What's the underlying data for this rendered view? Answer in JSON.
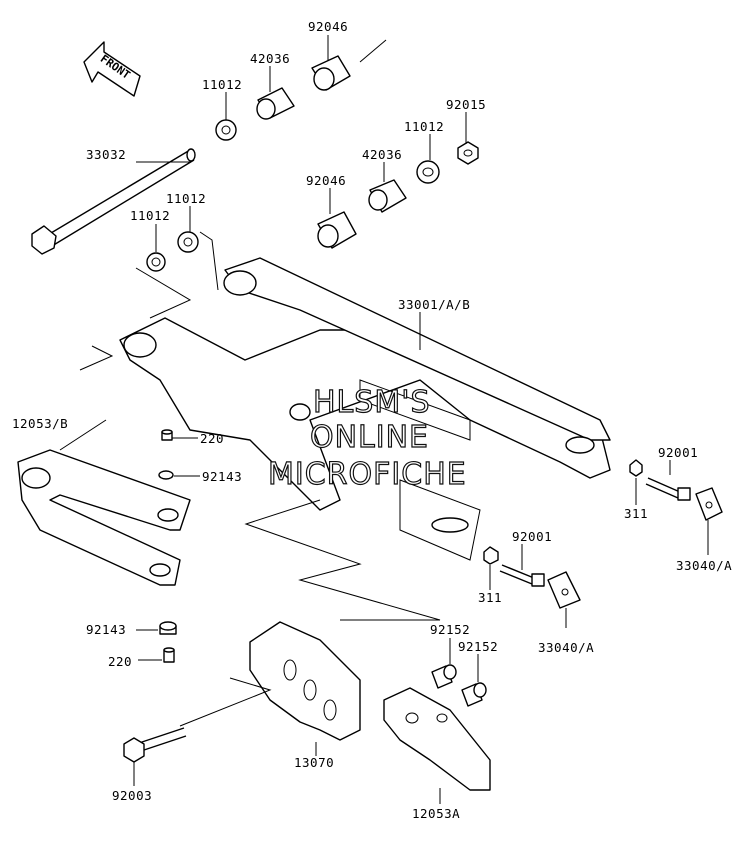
{
  "front_arrow": {
    "label": "FRONT"
  },
  "watermark": {
    "lines": [
      "HLSM'S",
      "ONLINE",
      "MICROFICHE"
    ]
  },
  "labels": {
    "p92046_top": "92046",
    "p42036_top": "42036",
    "p11012_top": "11012",
    "p92015": "92015",
    "p11012_right": "11012",
    "p42036_mid": "42036",
    "p33032": "33032",
    "p92046_mid": "92046",
    "p11012_left_a": "11012",
    "p11012_left_b": "11012",
    "p33001": "33001/A/B",
    "p12053B": "12053/B",
    "p220_top": "220",
    "p92143_top": "92143",
    "p92001_right": "92001",
    "p311_right": "311",
    "p33040_right": "33040/A",
    "p92001_mid": "92001",
    "p311_mid": "311",
    "p33040_mid": "33040/A",
    "p92143_bot": "92143",
    "p220_bot": "220",
    "p92152_a": "92152",
    "p92152_b": "92152",
    "p13070": "13070",
    "p92003": "92003",
    "p12053A": "12053A"
  }
}
